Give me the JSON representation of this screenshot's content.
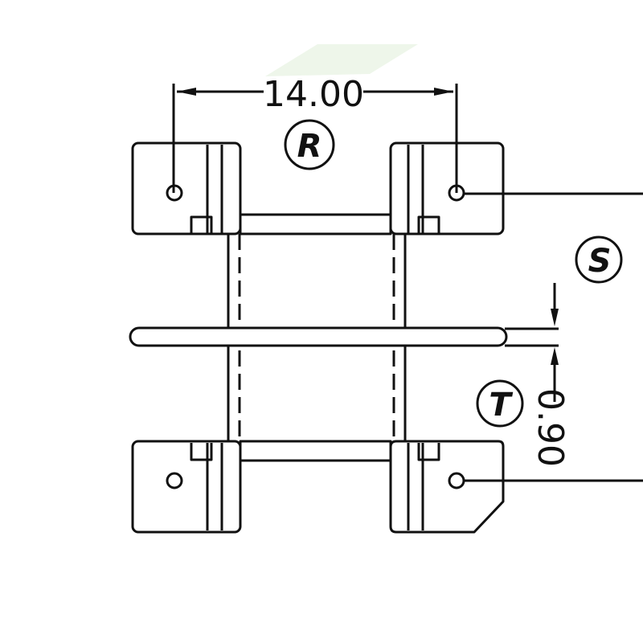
{
  "dimensions": {
    "width_label": "14.00",
    "gap_label": "0.90"
  },
  "callouts": {
    "r": "R",
    "s": "S",
    "t": "T"
  },
  "colors": {
    "line": "#111111",
    "background": "#ffffff"
  }
}
